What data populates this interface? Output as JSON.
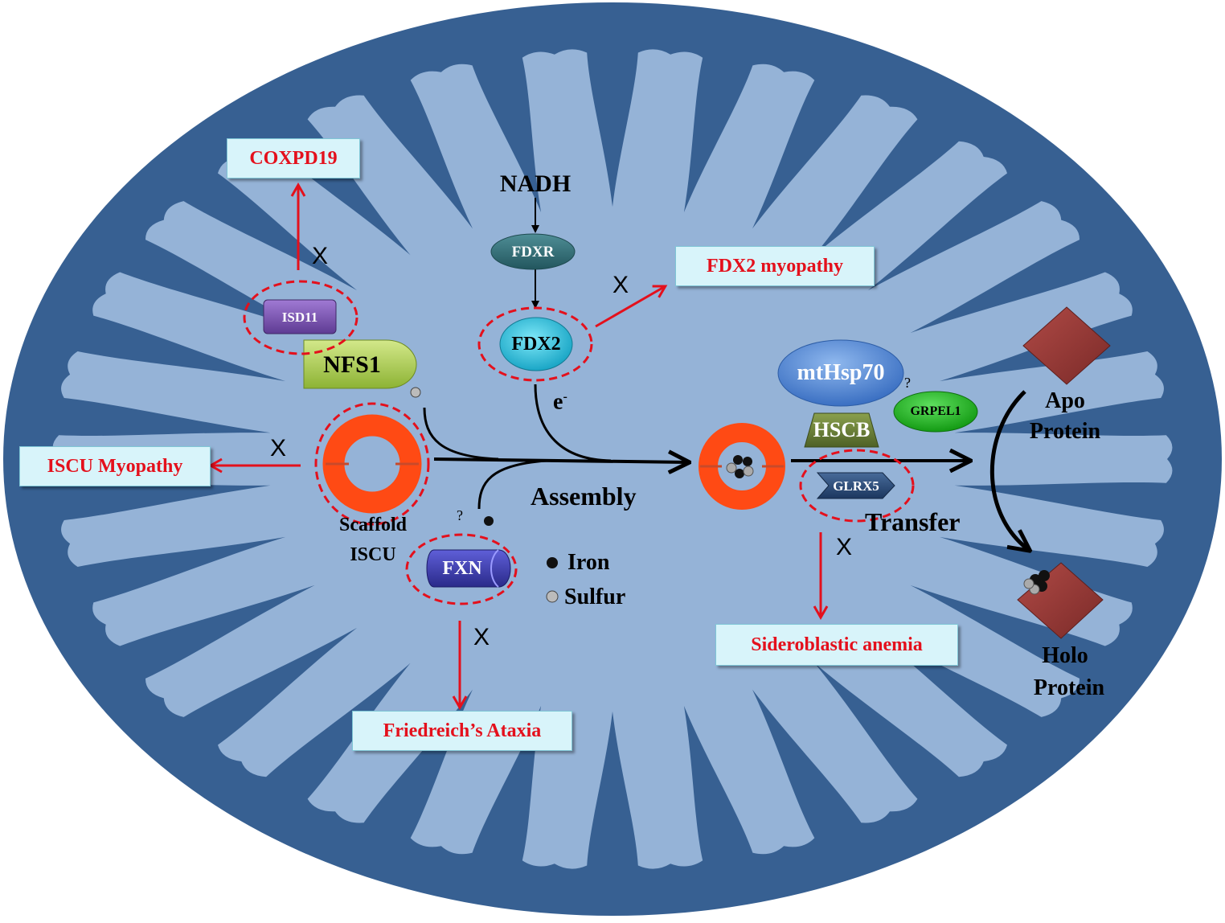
{
  "proteins": {
    "nadh": "NADH",
    "fdxr": "FDXR",
    "fdx2": "FDX2",
    "isd11": "ISD11",
    "nfs1": "NFS1",
    "mthsp70": "mtHsp70",
    "hscb": "HSCB",
    "grpel1": "GRPEL1",
    "glrx5": "GLRX5",
    "fxn": "FXN"
  },
  "labels": {
    "electron": "e",
    "electron_sup": "-",
    "scaffold_line1": "Scaffold",
    "scaffold_line2": "ISCU",
    "assembly": "Assembly",
    "transfer": "Transfer",
    "apo_line1": "Apo",
    "apo_line2": "Protein",
    "holo_line1": "Holo",
    "holo_line2": "Protein",
    "x_mark": "X",
    "question_mark": "?"
  },
  "legend": {
    "iron": "Iron",
    "sulfur": "Sulfur"
  },
  "diseases": {
    "coxpd19": "COXPD19",
    "fdx2_myopathy": "FDX2 myopathy",
    "iscu_myopathy": "ISCU Myopathy",
    "friedreich": "Friedreich’s Ataxia",
    "sideroblastic": "Sideroblastic  anemia"
  },
  "colors": {
    "outer_membrane": "#376092",
    "matrix": "#95b3d7",
    "disease_text": "#e4101c",
    "disease_box": "#d8f4fa",
    "arrow_red": "#e4101c",
    "scaffold_ring": "#ff4a14",
    "protein_diamond": "#953735"
  }
}
